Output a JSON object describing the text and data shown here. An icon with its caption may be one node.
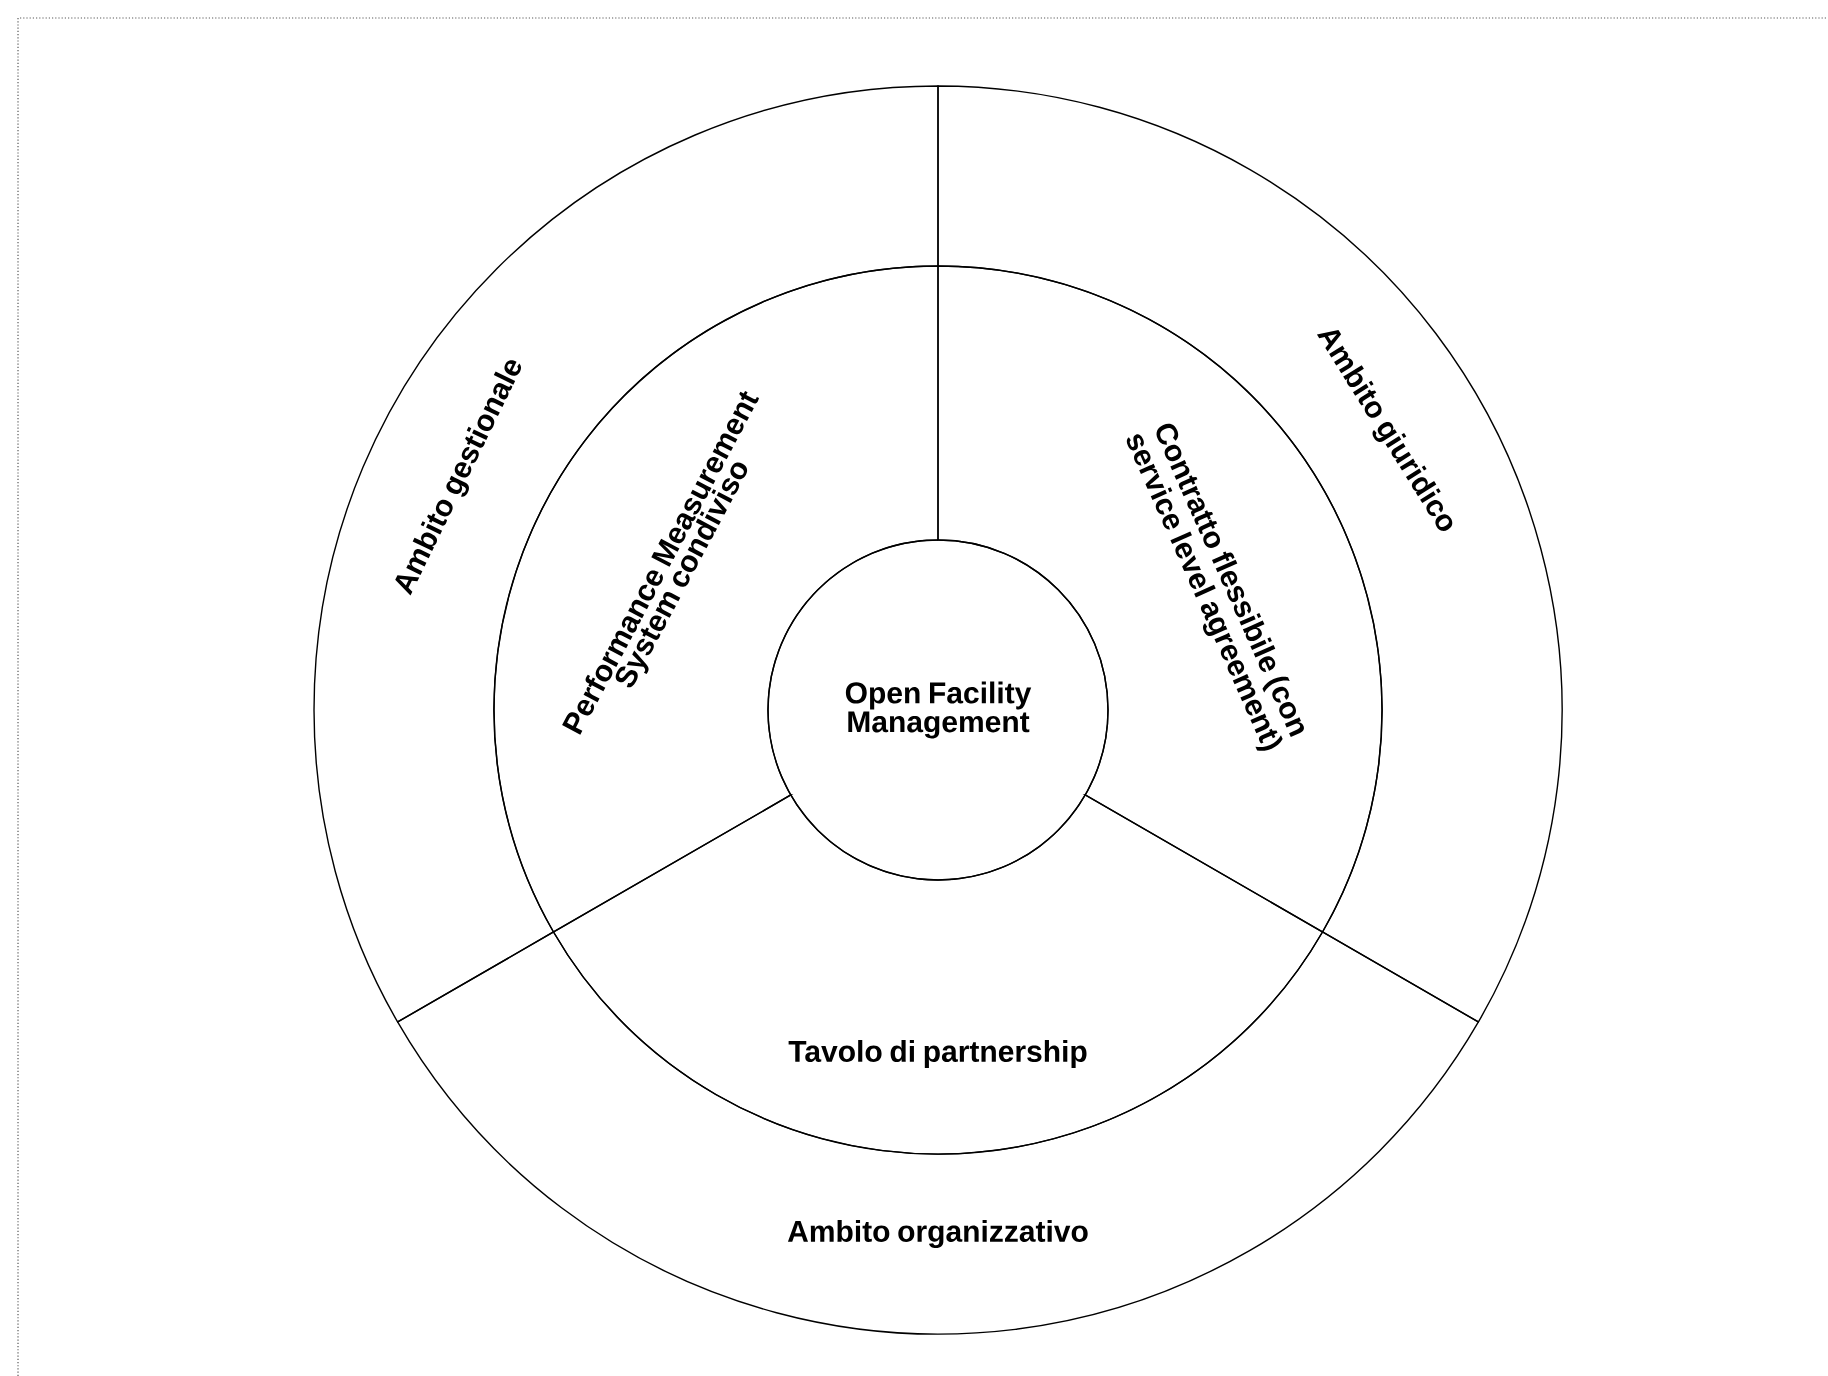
{
  "diagram": {
    "nodes": [
      {
        "text": [
          "Ambito gestionale"
        ]
      },
      {
        "text": [
          "Ambito giuridico"
        ]
      },
      {
        "text": [
          "Performance Measurement System condiviso"
        ]
      },
      {
        "text": [
          "Contratto flessibile (con service level agreement)"
        ]
      },
      {
        "text": [
          "Open Facility Management"
        ]
      },
      {
        "text": [
          "Tavolo di partnership"
        ]
      },
      {
        "text": [
          "Ambito organizzativo"
        ]
      }
    ]
  }
}
